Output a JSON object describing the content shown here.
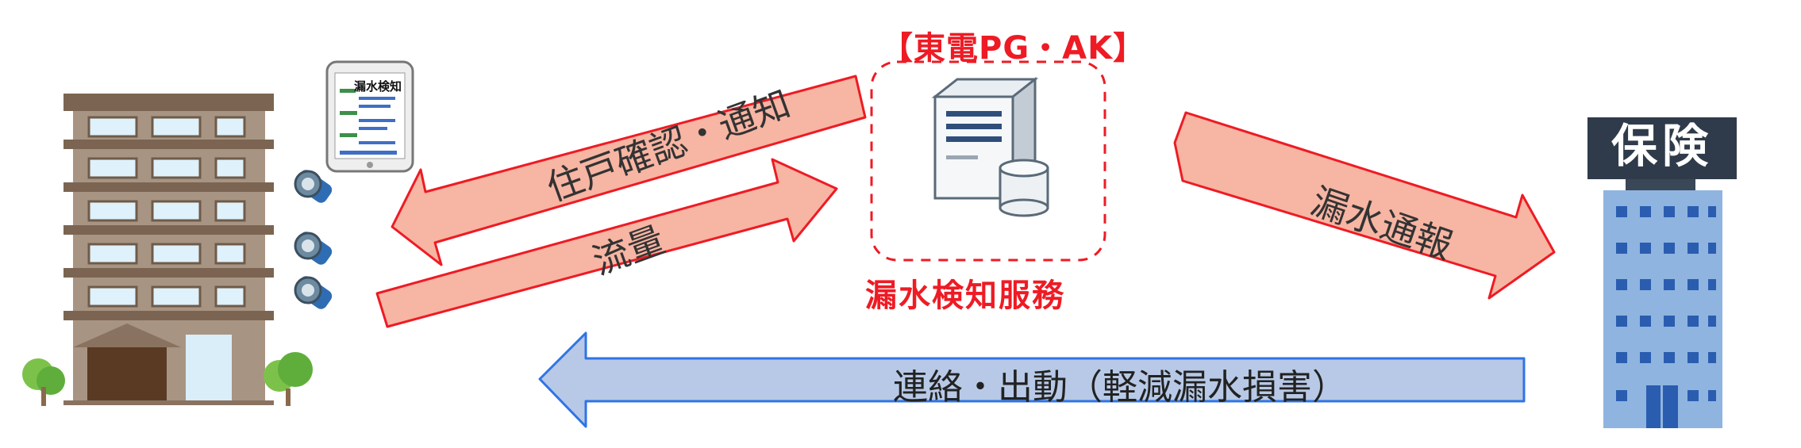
{
  "operator": {
    "label": "【東電PG・AK】"
  },
  "service": {
    "label": "漏水検知服務"
  },
  "phone": {
    "screen_title": "漏水検知"
  },
  "arrows": {
    "notify": "住戸確認・通知",
    "flow": "流量",
    "report": "漏水通報",
    "dispatch": "連絡・出動（軽減漏水損害）"
  },
  "insurance": {
    "sign": "保険"
  },
  "colors": {
    "accent_red": "#ee1b24",
    "arrow_fill": "#f7b5a3",
    "arrow_stroke": "#ee1b24",
    "dispatch_fill": "#b7c9e6",
    "dispatch_stroke": "#2f74e6"
  },
  "icons": [
    "apartment-building-icon",
    "water-meter-icon",
    "smartphone-icon",
    "server-icon",
    "database-icon",
    "insurance-building-icon",
    "tree-icon"
  ]
}
